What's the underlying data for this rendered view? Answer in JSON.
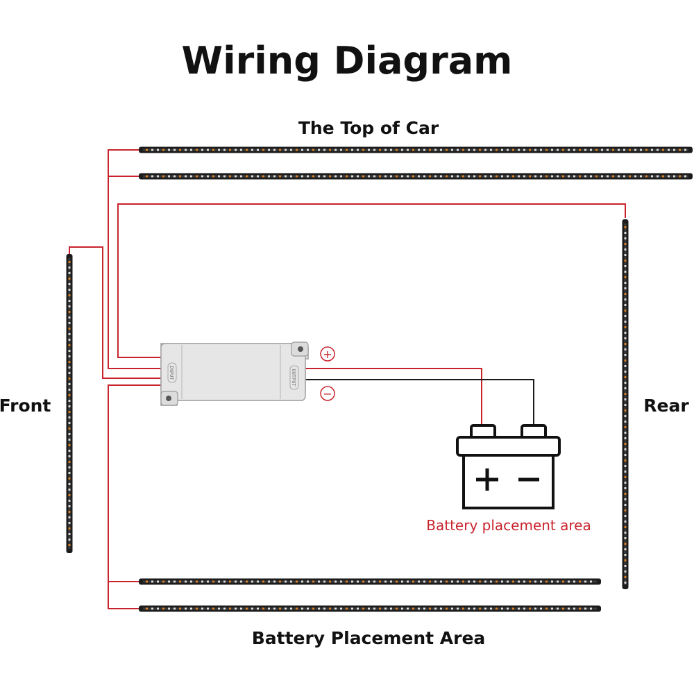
{
  "title": "Wiring Diagram",
  "labels": {
    "top": "The Top of Car",
    "bottom": "Battery Placement Area",
    "front": "Front",
    "rear": "Rear",
    "battery_area": "Battery placement area"
  },
  "controller": {
    "input_label": "INPUT",
    "output_label": "OUTPUT"
  },
  "terminals": {
    "positive": "+",
    "negative": "−"
  },
  "colors": {
    "positive_wire": "#c8232c",
    "negative_wire": "#1a1a1a",
    "battery_caption": "#c8232c",
    "strip_body": "#1c1c1c",
    "led_orange": "#d9822b",
    "led_white": "#dddddd"
  }
}
